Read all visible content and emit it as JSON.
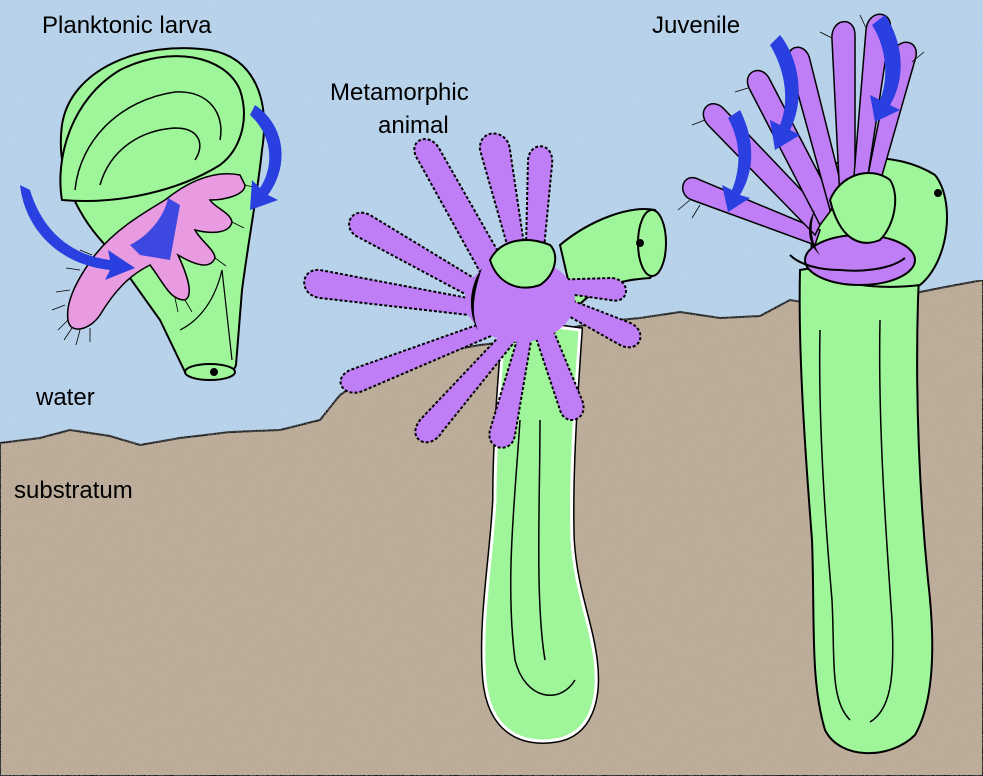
{
  "labels": {
    "planktonic_larva": "Planktonic larva",
    "metamorphic_line1": "Metamorphic",
    "metamorphic_line2": "animal",
    "juvenile": "Juvenile",
    "water": "water",
    "substratum": "substratum"
  },
  "colors": {
    "water": "#b7d4ee",
    "substratum": "#bcab96",
    "body_green": "#9ef59a",
    "tentacle_pink": "#e89be0",
    "tentacle_purple": "#c07ef6",
    "arrow_blue": "#2a3fe0",
    "outline": "#000000"
  },
  "icons": {
    "current_arrows": "curved-arrow-icon"
  }
}
